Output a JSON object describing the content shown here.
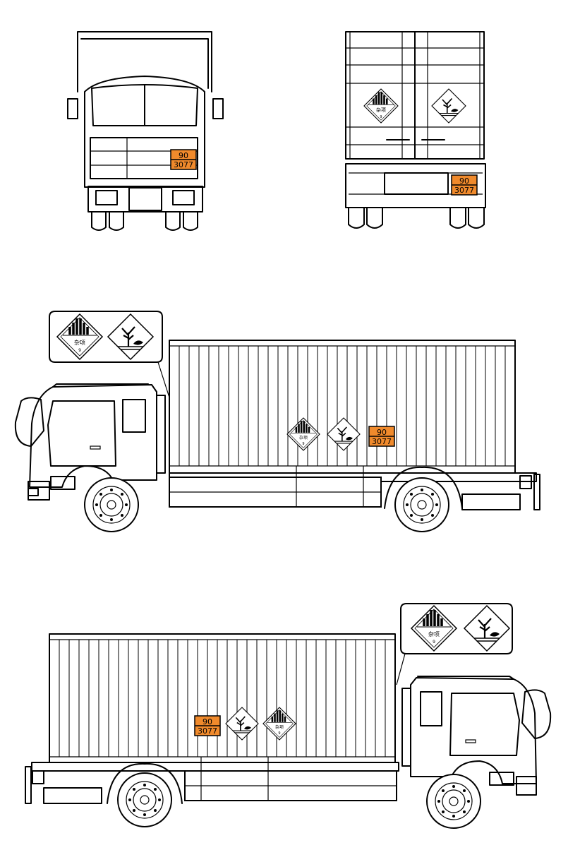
{
  "orange_plate": {
    "hazard_id": "90",
    "un_number": "3077",
    "color": "#f08a2c"
  },
  "class9_label": {
    "chinese_text": "杂项",
    "class_number": "9"
  },
  "colors": {
    "line": "#000000",
    "background": "#ffffff"
  },
  "icons": {
    "class9": "class-9-misc-hazard-icon",
    "environment": "environmentally-hazardous-icon"
  }
}
